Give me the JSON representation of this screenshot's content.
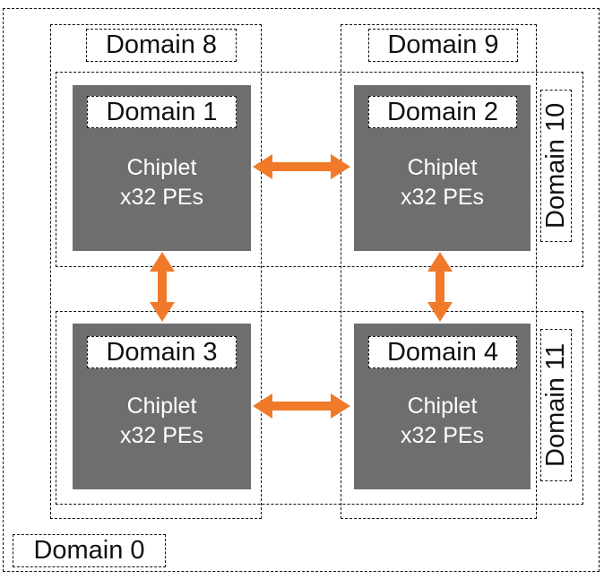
{
  "diagram": {
    "outer_domain_label": "Domain 0",
    "column_domains": [
      "Domain 8",
      "Domain 9"
    ],
    "row_domains": [
      "Domain 10",
      "Domain 11"
    ],
    "chiplets": [
      {
        "domain": "Domain 1",
        "line1": "Chiplet",
        "line2": "x32 PEs"
      },
      {
        "domain": "Domain 2",
        "line1": "Chiplet",
        "line2": "x32 PEs"
      },
      {
        "domain": "Domain 3",
        "line1": "Chiplet",
        "line2": "x32 PEs"
      },
      {
        "domain": "Domain 4",
        "line1": "Chiplet",
        "line2": "x32 PEs"
      }
    ],
    "colors": {
      "chiplet_fill": "#6e6e6e",
      "arrow": "#f07a2a",
      "border": "#111111"
    }
  }
}
